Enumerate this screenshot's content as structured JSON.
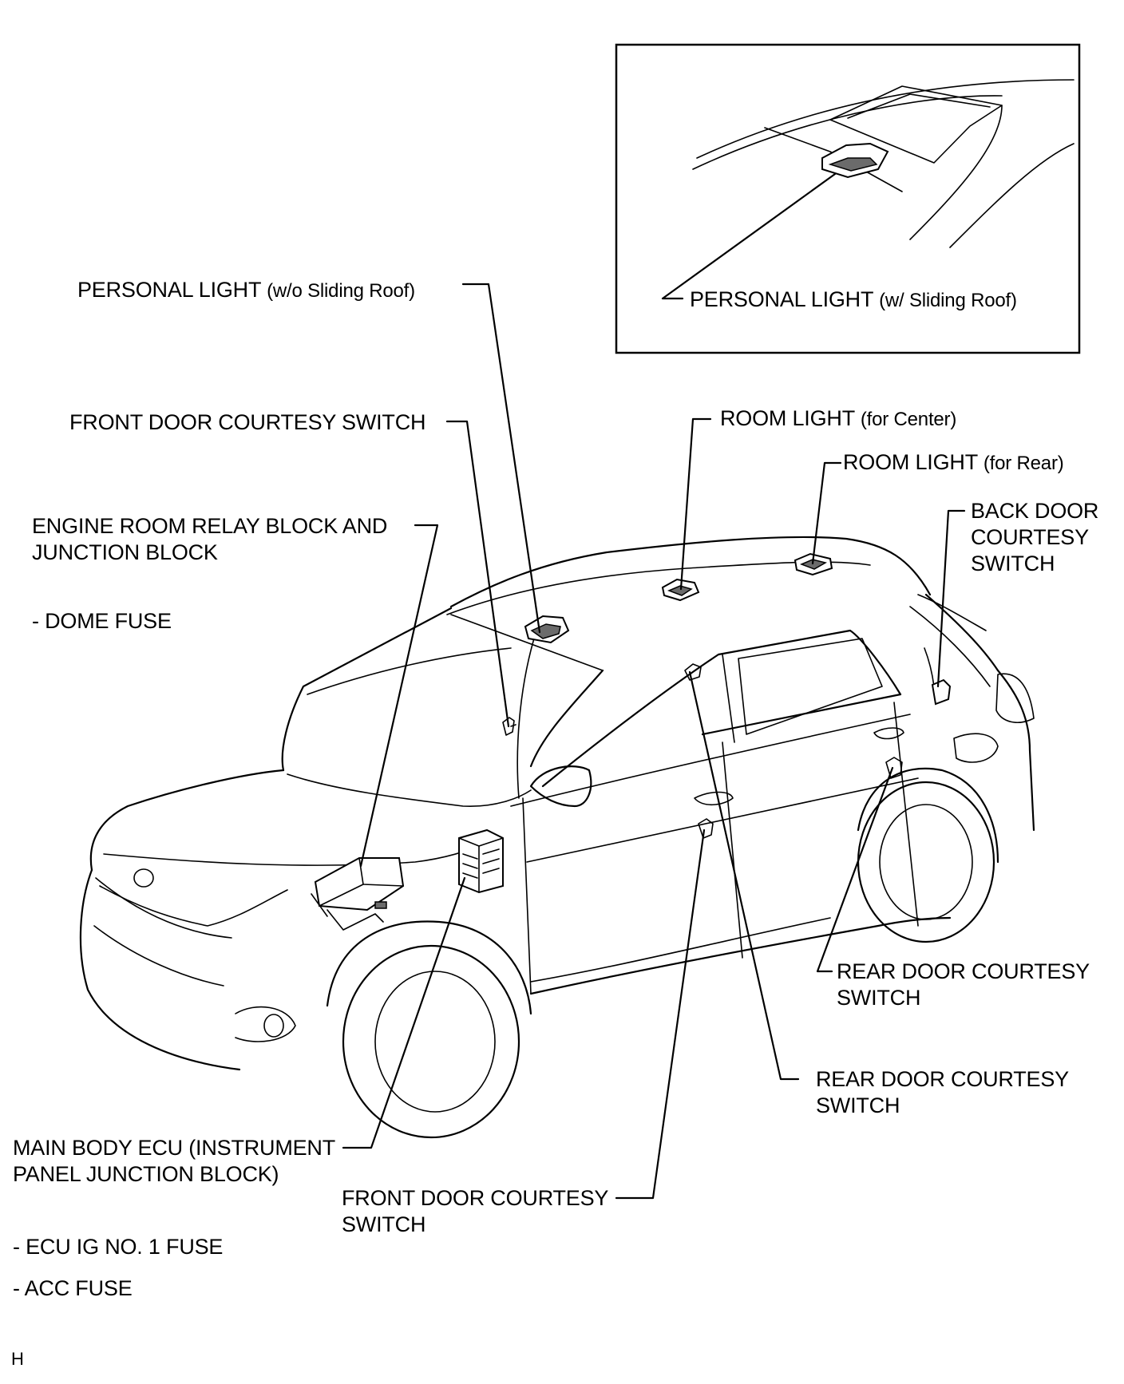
{
  "labels": {
    "personal_light_wo": {
      "main": "PERSONAL LIGHT",
      "sub": "(w/o Sliding Roof)"
    },
    "personal_light_w": {
      "main": "PERSONAL LIGHT",
      "sub": "(w/ Sliding Roof)"
    },
    "front_door_courtesy_upper": "FRONT DOOR COURTESY SWITCH",
    "room_light_center": {
      "main": "ROOM LIGHT",
      "sub": "(for Center)"
    },
    "room_light_rear": {
      "main": "ROOM LIGHT",
      "sub": "(for Rear)"
    },
    "engine_room_relay": {
      "line1": "ENGINE ROOM RELAY BLOCK AND",
      "line2": "JUNCTION BLOCK"
    },
    "dome_fuse": "- DOME FUSE",
    "back_door_courtesy": {
      "line1": "BACK DOOR",
      "line2": "COURTESY",
      "line3": "SWITCH"
    },
    "rear_door_courtesy_right": {
      "line1": "REAR DOOR COURTESY",
      "line2": "SWITCH"
    },
    "rear_door_courtesy_lower": {
      "line1": "REAR DOOR COURTESY",
      "line2": "SWITCH"
    },
    "main_body_ecu": {
      "line1": "MAIN BODY ECU (INSTRUMENT",
      "line2": "PANEL JUNCTION BLOCK)"
    },
    "front_door_courtesy_lower": {
      "line1": "FRONT DOOR COURTESY",
      "line2": "SWITCH"
    },
    "ecu_ig_fuse": "- ECU IG NO. 1 FUSE",
    "acc_fuse": "- ACC FUSE",
    "corner_code": "H"
  }
}
